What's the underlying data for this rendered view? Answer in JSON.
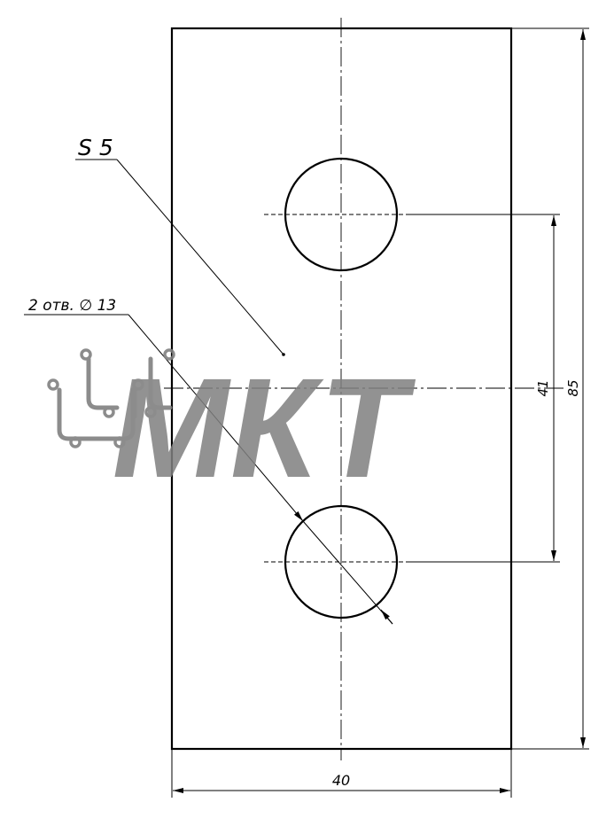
{
  "labels": {
    "thickness": "S 5",
    "holes": "2 отв. ∅ 13",
    "width_dim": "40",
    "height_dim": "85",
    "spacing_dim": "41"
  },
  "watermark": {
    "text": "МКТ",
    "color": "#808080"
  },
  "colors": {
    "line": "#000000",
    "background": "#ffffff"
  }
}
